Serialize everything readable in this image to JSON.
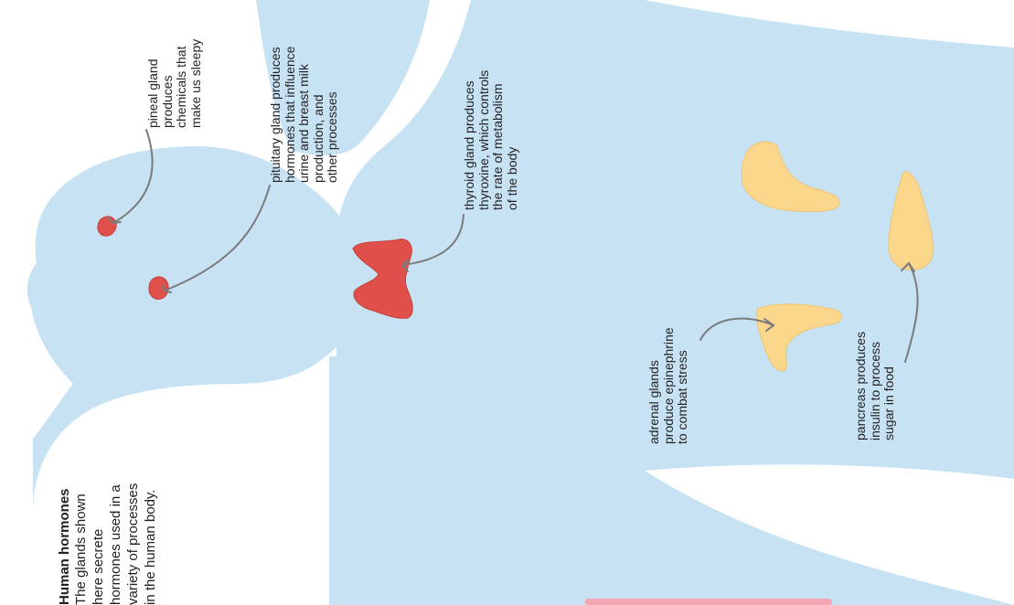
{
  "colors": {
    "body_fill": "#c7e3f3",
    "gland_red": "#e0504a",
    "gland_orange": "#fbd78b",
    "arrow": "#7a7b7d",
    "text": "#231f20",
    "accent_pink": "#f4a6b2"
  },
  "caption": {
    "title": "Human hormones",
    "lines": [
      "The glands shown",
      "here secrete",
      "hormones used in a",
      "variety of processes",
      "in the human body."
    ]
  },
  "labels": {
    "pineal": [
      "pineal gland",
      "produces",
      "chemicals that",
      "make us sleepy"
    ],
    "pituitary": [
      "pituitary gland produces",
      "hormones that influence",
      "urine and breast milk",
      "production, and",
      "other processes"
    ],
    "thyroid": [
      "thyroid gland produces",
      "thyroxine, which controls",
      "the rate of metabolism",
      "of the body"
    ],
    "adrenal": [
      "adrenal glands",
      "produce epinephrine",
      "to combat stress"
    ],
    "pancreas": [
      "pancreas produces",
      "insulin to process",
      "sugar in food"
    ]
  }
}
